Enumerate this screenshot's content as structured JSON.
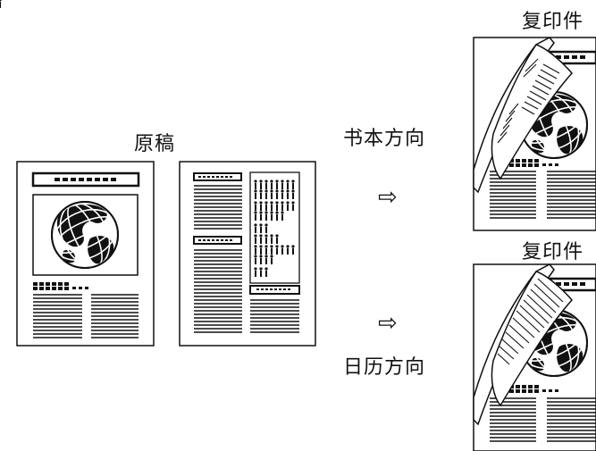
{
  "labels": {
    "original": "原稿",
    "book_direction": "书本方向",
    "calendar_direction": "日历方向",
    "copy_top": "复印件",
    "copy_bottom": "复印件"
  },
  "arrows": {
    "book": "⇨",
    "calendar": "⇨"
  },
  "icons": {
    "globe": "globe-icon",
    "page_fold": "folded-page-icon"
  },
  "colors": {
    "ink": "#111111",
    "paper": "#ffffff"
  }
}
